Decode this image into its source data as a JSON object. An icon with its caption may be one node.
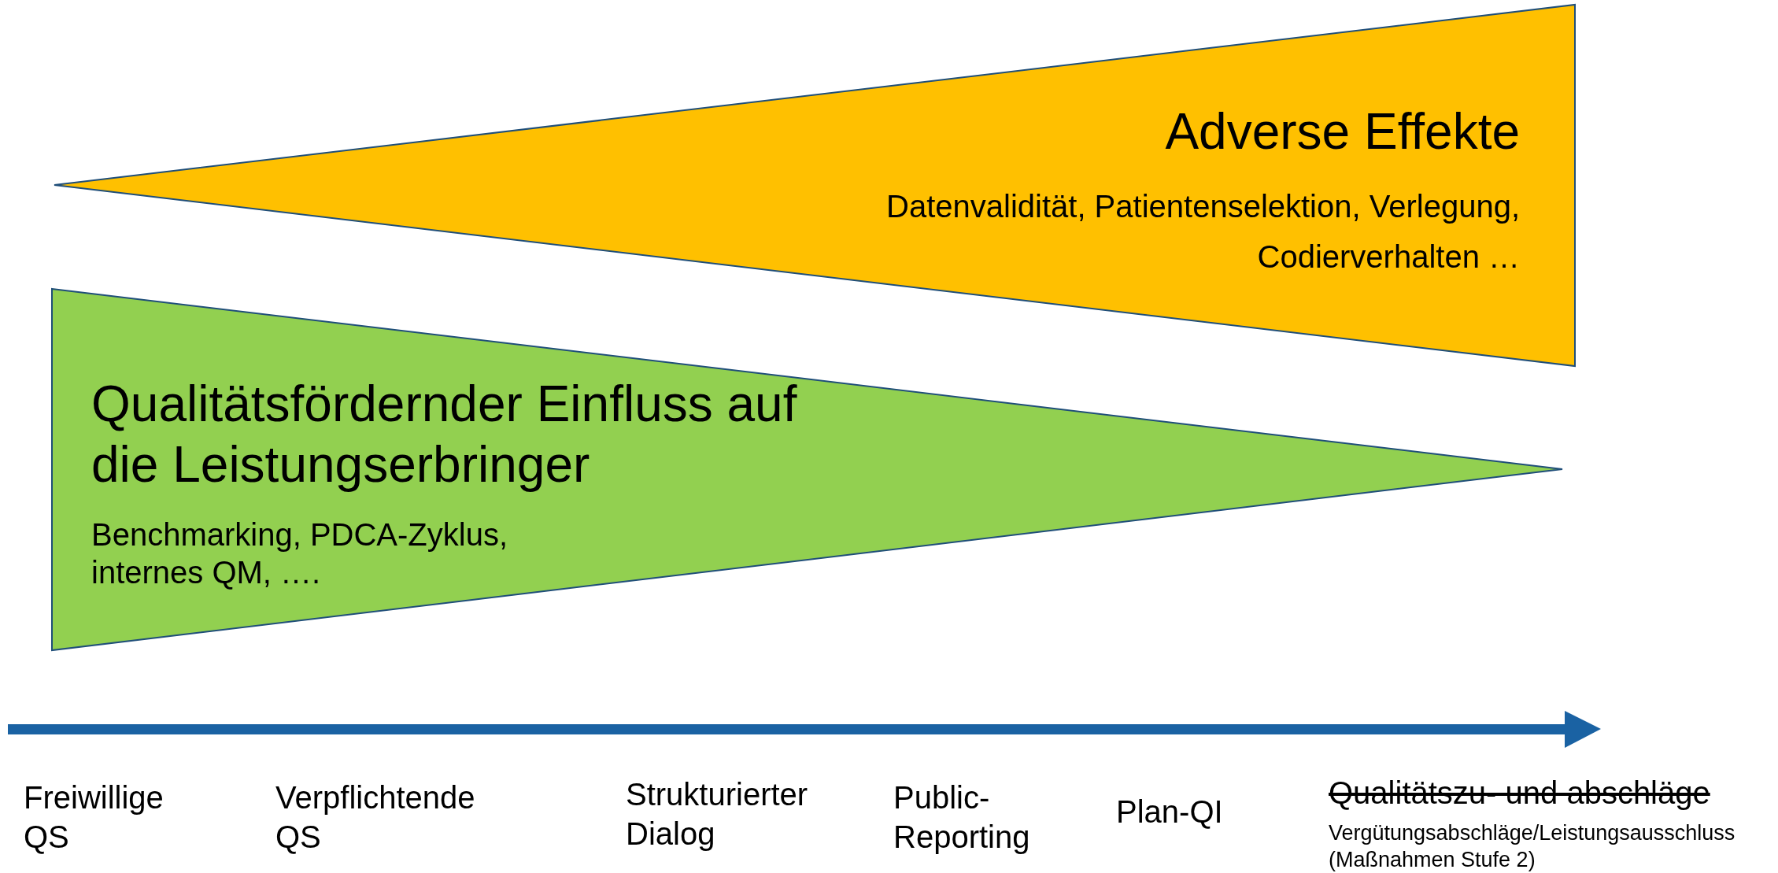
{
  "diagram": {
    "nodes": [
      {
        "text": [
          "Adverse Effekte",
          "Datenvalidität, Patientenselektion, Verlegung, Codierverhalten …"
        ]
      },
      {
        "text": [
          "Qualitätsfördernder Einfluss auf die Leistungserbringer",
          "Benchmarking, PDCA-Zyklus, internes QM, …."
        ]
      }
    ],
    "labels": [
      "Freiwillige QS",
      "Verpflichtende QS",
      "Strukturierter Dialog",
      "Public-Reporting",
      "Plan-QI",
      "Qualitätszu- und abschläge",
      "Vergütungsabschläge/Leistungsausschluss (Maßnahmen Stufe 2)"
    ]
  }
}
